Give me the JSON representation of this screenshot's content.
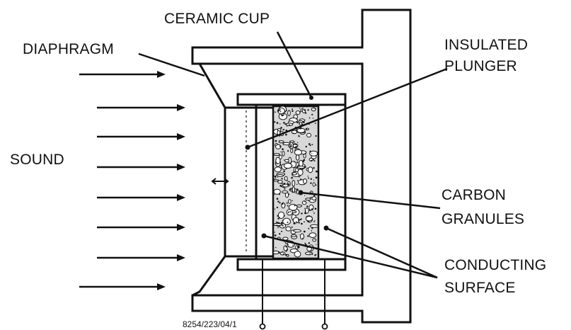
{
  "labels": {
    "ceramic_cup": "CERAMIC CUP",
    "diaphragm": "DIAPHRAGM",
    "insulated_line1": "INSULATED",
    "insulated_line2": "PLUNGER",
    "sound": "SOUND",
    "carbon_line1": "CARBON",
    "carbon_line2": "GRANULES",
    "conducting_line1": "CONDUCTING",
    "conducting_line2": "SURFACE",
    "figure_code": "8254/223/04/1"
  },
  "colors": {
    "ink": "#111111",
    "background": "#ffffff",
    "granule_fill": "#d8d8d8"
  }
}
